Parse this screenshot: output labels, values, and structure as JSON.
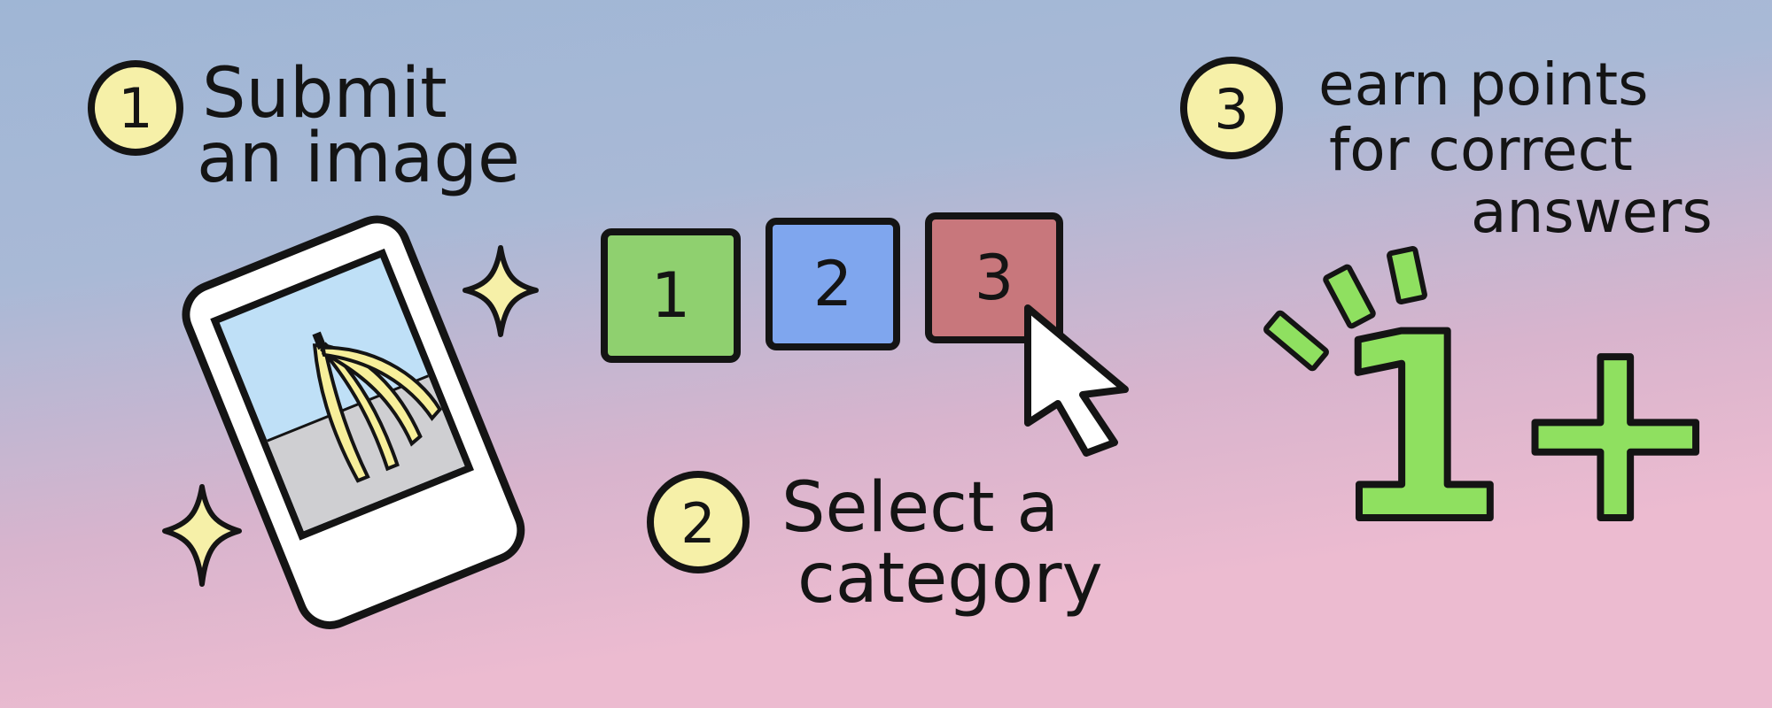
{
  "steps": [
    {
      "number": "1",
      "lines": [
        "Submit",
        "an image"
      ]
    },
    {
      "number": "2",
      "lines": [
        "Select a",
        "category"
      ]
    },
    {
      "number": "3",
      "lines": [
        "earn points",
        "for correct",
        "answers"
      ]
    }
  ],
  "category_boxes": [
    {
      "label": "1",
      "color": "#8fd06f"
    },
    {
      "label": "2",
      "color": "#7fa6ee"
    },
    {
      "label": "3",
      "color": "#c8777c"
    }
  ],
  "points": {
    "text": "1+",
    "color": "#8fe060"
  },
  "colors": {
    "badge_fill": "#f6f0a8",
    "sparkle_fill": "#f6f0a8",
    "outline": "#141414",
    "phone_body": "#ffffff",
    "screen_sky": "#bfe0f7",
    "banana": "#f7ef9a"
  },
  "icons": [
    "phone-image-icon",
    "banana-icon",
    "sparkle-icon",
    "mouse-cursor-icon",
    "burst-lines-icon"
  ]
}
